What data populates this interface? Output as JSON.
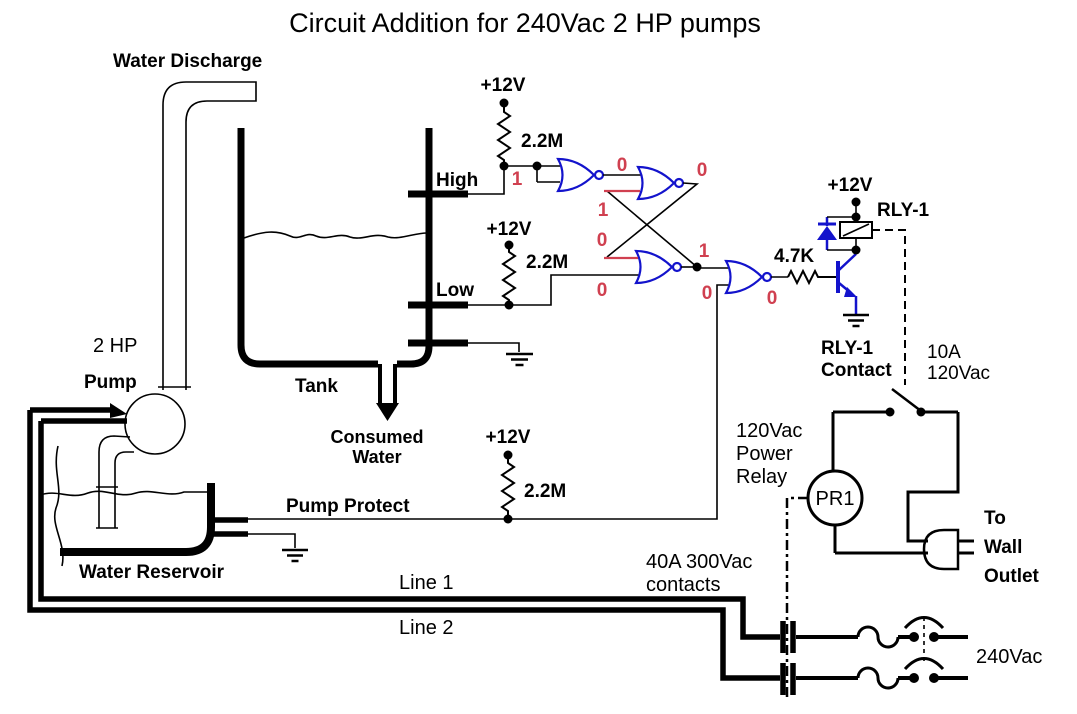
{
  "title": "Circuit Addition for 240Vac 2 HP pumps",
  "labels": {
    "water_discharge": "Water Discharge",
    "high": "High",
    "low": "Low",
    "tank": "Tank",
    "consumed_1": "Consumed",
    "consumed_2": "Water",
    "hp": "2 HP",
    "pump": "Pump",
    "water_reservoir": "Water Reservoir",
    "pump_protect": "Pump Protect",
    "line1": "Line 1",
    "line2": "Line 2",
    "v240": "240Vac",
    "contacts_rating_1": "40A 300Vac",
    "contacts_rating_2": "contacts",
    "power_relay_1": "120Vac",
    "power_relay_2": "Power",
    "power_relay_3": "Relay",
    "pr1": "PR1",
    "to": "To",
    "wall": "Wall",
    "outlet": "Outlet",
    "rly1": "RLY-1",
    "rly1_contact_1": "RLY-1",
    "rly1_contact_2": "Contact",
    "contact_rating_1": "10A",
    "contact_rating_2": "120Vac"
  },
  "components": {
    "v12": "+12V",
    "pullup": "2.2M",
    "base_resistor": "4.7K"
  },
  "logic_states": {
    "high_input": "1",
    "gate1_out": "0",
    "gate2_out": "0",
    "feedback_set": "1",
    "feedback_reset": "0",
    "low_input": "0",
    "latch_out": "1",
    "gate4_in": "0",
    "gate4_out": "0"
  },
  "colors": {
    "gate_blue": "#1313CC",
    "annotation_red": "#D04050",
    "wire_black": "#000000"
  }
}
